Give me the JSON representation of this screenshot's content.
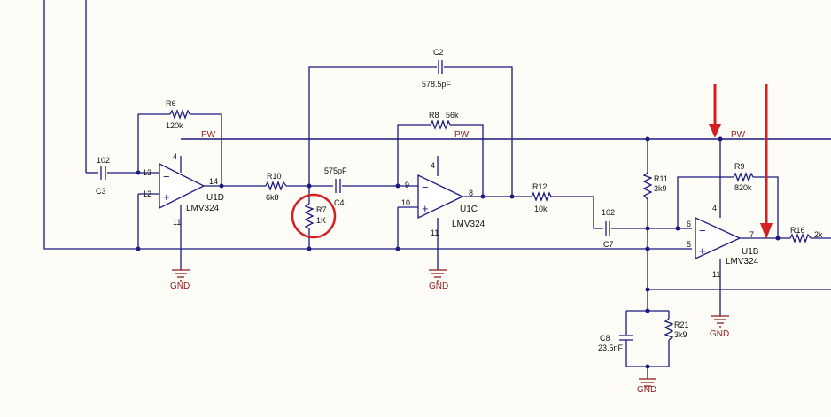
{
  "components": {
    "C2": {
      "ref": "C2",
      "value": "578.5pF"
    },
    "R6": {
      "ref": "R6",
      "value": "120k"
    },
    "C3": {
      "ref": "C3",
      "value": "102"
    },
    "R10": {
      "ref": "R10",
      "value": "6k8"
    },
    "C4": {
      "ref": "C4",
      "value": "575pF"
    },
    "R7": {
      "ref": "R7",
      "value": "1K"
    },
    "R8": {
      "ref": "R8",
      "value": "56k"
    },
    "R12": {
      "ref": "R12",
      "value": "10k"
    },
    "C7": {
      "ref": "C7",
      "value": "102"
    },
    "R11": {
      "ref": "R11",
      "value": "3k9"
    },
    "R9": {
      "ref": "R9",
      "value": "820k"
    },
    "R16": {
      "ref": "R16",
      "value": "2k"
    },
    "R21": {
      "ref": "R21",
      "value": "3k9"
    },
    "C8": {
      "ref": "C8",
      "value": "23.5nF"
    }
  },
  "opamps": {
    "U1D": {
      "ref": "U1D",
      "part": "LMV324",
      "pins": {
        "inv": "13",
        "noninv": "12",
        "out": "14",
        "vpos": "4",
        "vneg": "11"
      }
    },
    "U1C": {
      "ref": "U1C",
      "part": "LMV324",
      "pins": {
        "inv": "9",
        "noninv": "10",
        "out": "8",
        "vpos": "4",
        "vneg": "11"
      }
    },
    "U1B": {
      "ref": "U1B",
      "part": "LMV324",
      "pins": {
        "inv": "6",
        "noninv": "5",
        "out": "7",
        "vpos": "4",
        "vneg": "11"
      }
    }
  },
  "nets": {
    "pw": "PW",
    "gnd": "GND"
  },
  "signs": {
    "minus": "−",
    "plus": "+"
  },
  "annotations": {
    "highlight_color": "#d42020",
    "arrow_color": "#d42020",
    "wire_color": "#1a1a80",
    "net_label_color": "#8b1a1a"
  }
}
